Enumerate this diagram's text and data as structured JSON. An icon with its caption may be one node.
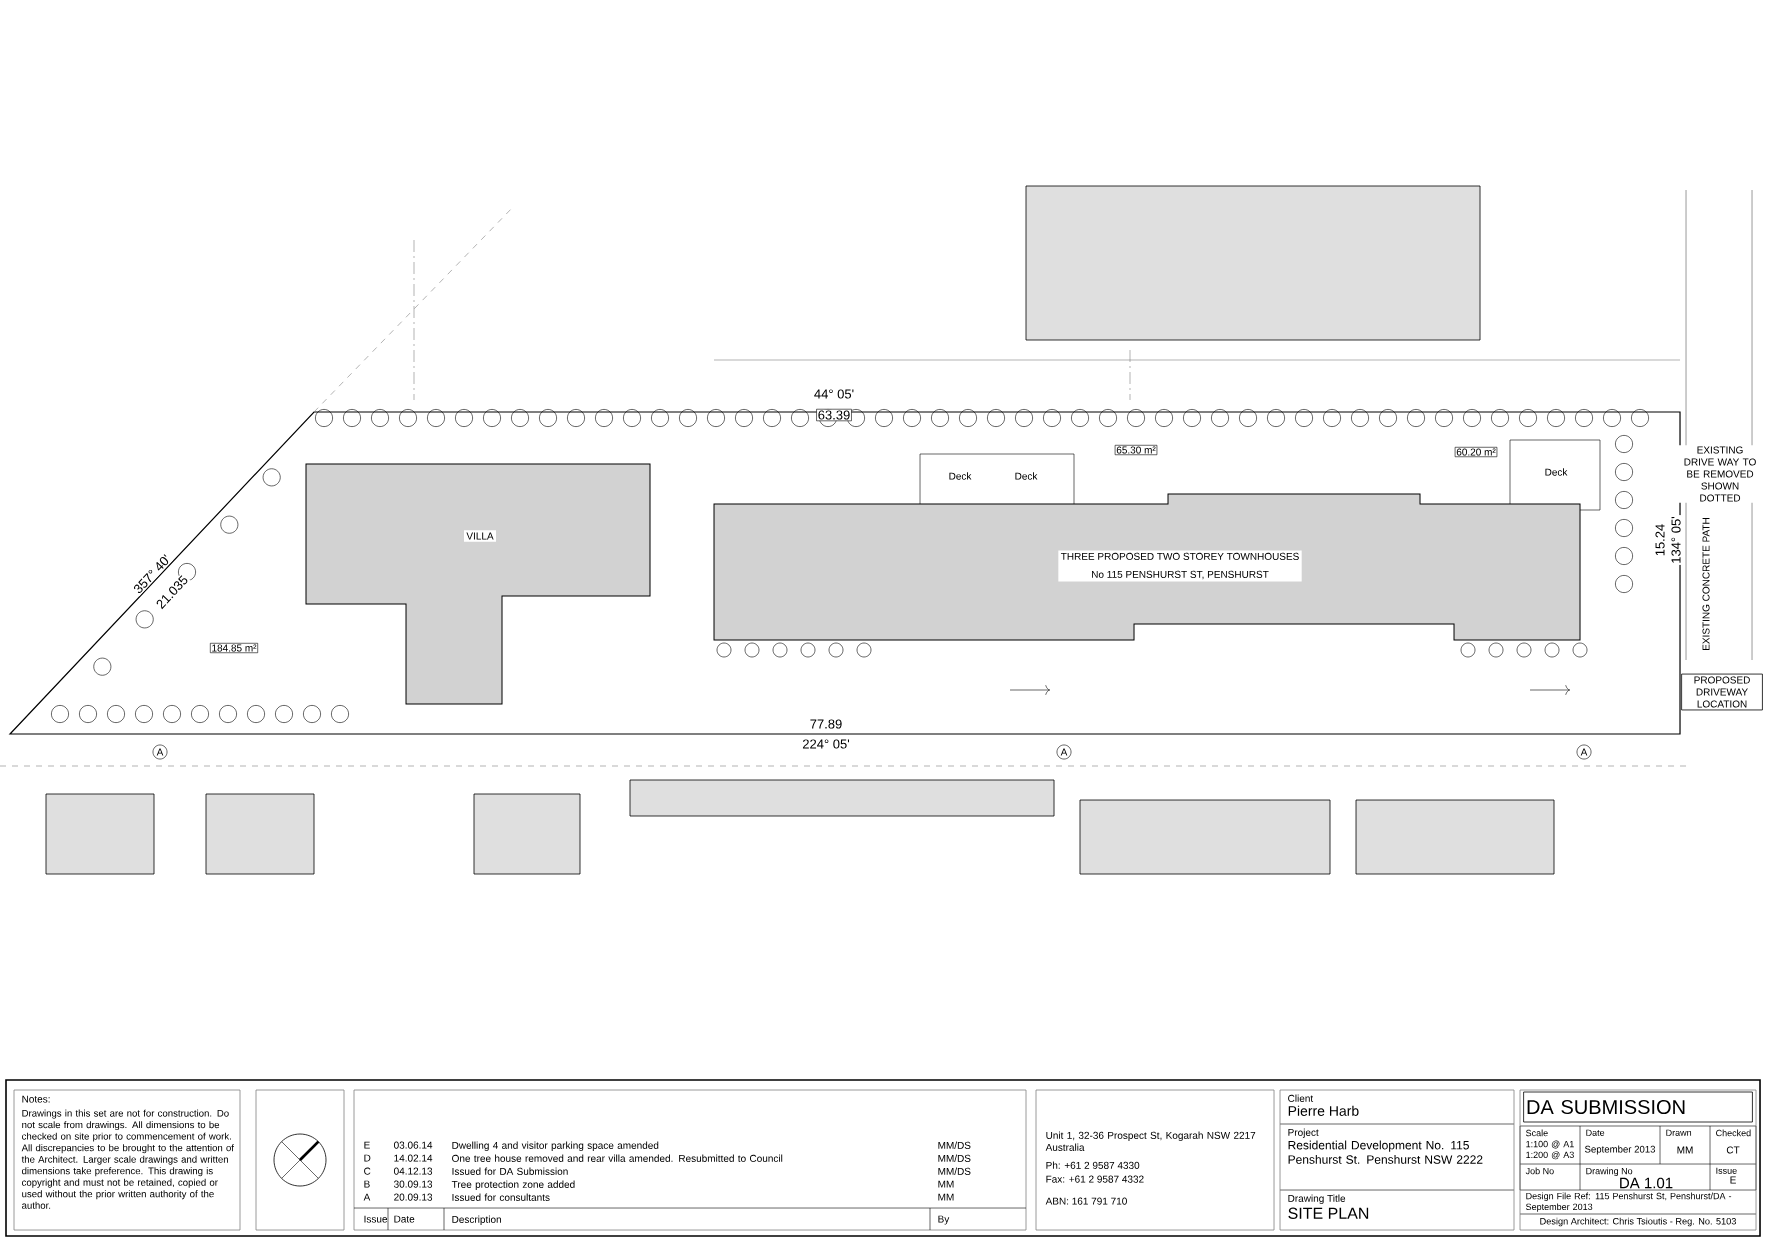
{
  "diagram": {
    "nodes": [
      {
        "text": [
          "VILLA"
        ]
      },
      {
        "text": [
          "THREE PROPOSED TWO STOREY TOWNHOUSES",
          "No 115 PENSHURST ST, PENSHURST"
        ]
      },
      {
        "text": [
          "PROPOSED DRIVEWAY LOCATION"
        ]
      },
      {
        "text": [],
        "shape": "box"
      },
      {
        "text": [
          "DA SUBMISSION"
        ],
        "in": 3
      },
      {
        "text": [
          "Notes:",
          "Drawings in this set are not for construction. Do not scale from drawings. All dimensions to be checked on site prior to commencement of work. All discrepancies to be brought to the attention of the Architect. Larger scale drawings and written dimensions take preference. This drawing is copyright and must not be retained, copied or used without the prior written authority of the author."
        ]
      },
      {
        "text": [
          "Unit 1, 32-36 Prospect St, Kogarah NSW 2217 Australia",
          "Ph: +61 2 9587 4330",
          "Fax: +61 2 9587 4332",
          "ABN: 161 791 710"
        ]
      },
      {
        "text": [
          "Client",
          "Pierre Harb",
          "Project",
          "Residential Development No. 115 Penshurst St. Penshurst NSW 2222",
          "Drawing Title",
          "SITE PLAN"
        ]
      }
    ],
    "labels": [
      "44° 05'",
      "63.39",
      "357° 40'",
      "21.035",
      "77.89",
      "224° 05'",
      "15.24",
      "134° 05'",
      "EXISTING DRIVE WAY TO BE REMOVED SHOWN DOTTED",
      "EXISTING CONCRETE PATH",
      "Deck",
      "Deck",
      "Deck",
      "184.85 m²",
      "65.30 m²",
      "60.20 m²",
      "A",
      "A",
      "A",
      "E",
      "03.06.14",
      "Dwelling 4 and visitor parking space amended",
      "MM/DS",
      "D",
      "14.02.14",
      "One tree house removed and rear villa amended. Resubmitted to Council",
      "MM/DS",
      "C",
      "04.12.13",
      "Issued for DA Submission",
      "MM/DS",
      "B",
      "30.09.13",
      "Tree protection zone added",
      "MM",
      "A",
      "20.09.13",
      "Issued for consultants",
      "MM",
      "Issue",
      "Date",
      "Description",
      "By",
      "Scale",
      "1:100 @ A1 1:200 @ A3",
      "Date",
      "September 2013",
      "Drawn",
      "MM",
      "Checked",
      "CT",
      "Job No",
      "Drawing No",
      "DA 1.01",
      "Issue",
      "E",
      "Design File Ref: 115 Penshurst St, Penshurst/DA - September 2013",
      "Design Architect: Chris Tsioutis - Reg. No. 5103"
    ]
  }
}
